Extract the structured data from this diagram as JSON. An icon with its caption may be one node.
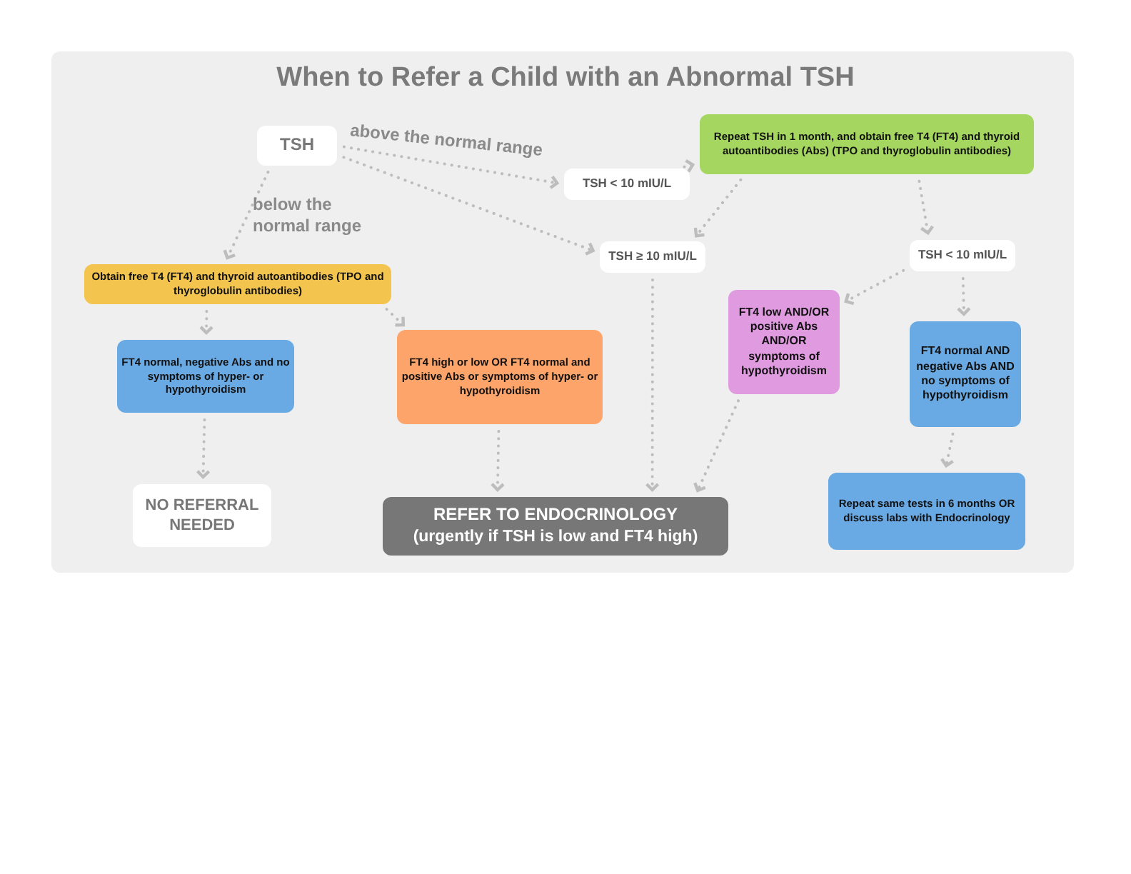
{
  "diagram": {
    "title": "When to Refer a Child with an Abnormal TSH",
    "nodes": [
      {
        "text": [
          "TSH"
        ]
      },
      {
        "text": [
          "TSH < 10 mIU/L"
        ]
      },
      {
        "text": [
          "Repeat TSH in 1 month, and obtain free T4 (FT4) and thyroid autoantibodies (Abs) (TPO and thyroglobulin antibodies)"
        ]
      },
      {
        "text": [
          "TSH ≥ 10 mIU/L"
        ]
      },
      {
        "text": [
          "TSH < 10 mIU/L"
        ]
      },
      {
        "text": [
          "Obtain free T4 (FT4) and thyroid autoantibodies (TPO and thyroglobulin antibodies)"
        ]
      },
      {
        "text": [
          "FT4 normal, negative Abs and no symptoms of hyper- or hypothyroidism"
        ]
      },
      {
        "text": [
          "FT4 high or low OR FT4 normal and positive Abs or symptoms of hyper- or hypothyroidism"
        ]
      },
      {
        "text": [
          "FT4 low AND/OR positive Abs AND/OR symptoms of hypothyroidism"
        ]
      },
      {
        "text": [
          "FT4 normal AND negative Abs AND no symptoms of hypothyroidism"
        ]
      },
      {
        "text": [
          "NO REFERRAL NEEDED"
        ]
      },
      {
        "text": [
          "REFER TO ENDOCRINOLOGY",
          "(urgently if TSH is low and FT4 high)"
        ]
      },
      {
        "text": [
          "Repeat same tests in 6 months OR discuss labs with Endocrinology"
        ]
      }
    ],
    "edges": [
      {
        "from": 0,
        "to": 1,
        "arrow": "to",
        "label": "above the normal range"
      },
      {
        "from": 0,
        "to": 3,
        "arrow": "to"
      },
      {
        "from": 0,
        "to": 5,
        "arrow": "to",
        "label": "below the normal range"
      },
      {
        "from": 1,
        "to": 2,
        "arrow": "to"
      },
      {
        "from": 2,
        "to": 3,
        "arrow": "to"
      },
      {
        "from": 2,
        "to": 4,
        "arrow": "to"
      },
      {
        "from": 5,
        "to": 6,
        "arrow": "to"
      },
      {
        "from": 5,
        "to": 7,
        "arrow": "to"
      },
      {
        "from": 6,
        "to": 10,
        "arrow": "to"
      },
      {
        "from": 7,
        "to": 11,
        "arrow": "to"
      },
      {
        "from": 3,
        "to": 11,
        "arrow": "to"
      },
      {
        "from": 8,
        "to": 11,
        "arrow": "to"
      },
      {
        "from": 4,
        "to": 8,
        "arrow": "to"
      },
      {
        "from": 4,
        "to": 9,
        "arrow": "to"
      },
      {
        "from": 9,
        "to": 12,
        "arrow": "to"
      }
    ]
  }
}
